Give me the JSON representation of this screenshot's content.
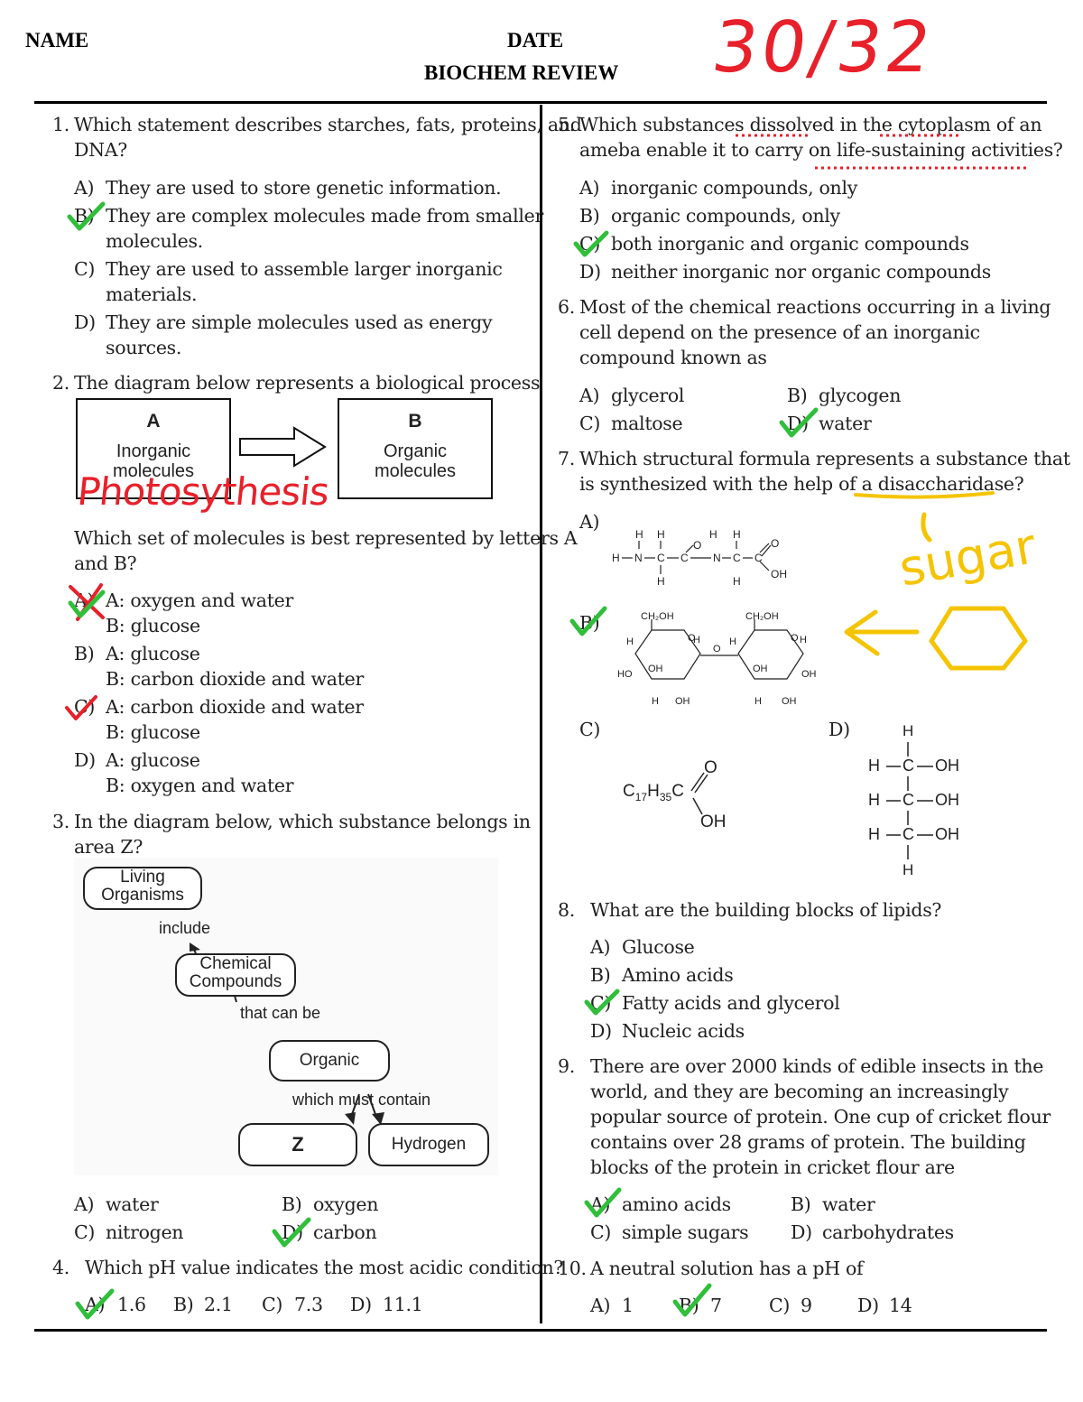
{
  "header": {
    "name_label": "NAME",
    "date_label": "DATE",
    "title": "BIOCHEM REVIEW",
    "score": "30/32"
  },
  "q1": {
    "number": "1.",
    "stem": [
      "Which statement describes starches, fats, proteins, and",
      "DNA?"
    ],
    "options": [
      {
        "letter": "A)",
        "lines": [
          "They are used to store genetic information."
        ]
      },
      {
        "letter": "B)",
        "lines": [
          "They are complex molecules made from smaller",
          "molecules."
        ]
      },
      {
        "letter": "C)",
        "lines": [
          "They are used to assemble larger inorganic",
          "materials."
        ]
      },
      {
        "letter": "D)",
        "lines": [
          "They are simple molecules used as energy",
          "sources."
        ]
      }
    ]
  },
  "q2": {
    "number": "2.",
    "stem": "The diagram below represents a biological process",
    "box_a": {
      "letter": "A",
      "text1": "Inorganic",
      "text2": "molecules"
    },
    "box_b": {
      "letter": "B",
      "text1": "Organic",
      "text2": "molecules"
    },
    "handwriting": "Photosythesis",
    "question": [
      "Which set of molecules is best represented by letters A",
      "and B?"
    ],
    "options": [
      {
        "letter": "A)",
        "a": "A: oxygen and water",
        "b": "B: glucose"
      },
      {
        "letter": "B)",
        "a": "A: glucose",
        "b": "B: carbon dioxide and water"
      },
      {
        "letter": "C)",
        "a": "A: carbon dioxide and water",
        "b": "B: glucose"
      },
      {
        "letter": "D)",
        "a": "A: glucose",
        "b": "B: oxygen and water"
      }
    ]
  },
  "q3": {
    "number": "3.",
    "stem": [
      "In the diagram below, which substance belongs in",
      "area Z?"
    ],
    "concept_map": {
      "living": [
        "Living",
        "Organisms"
      ],
      "include": "include",
      "chemical": [
        "Chemical",
        "Compounds"
      ],
      "that_can_be": "that can be",
      "organic": "Organic",
      "which_must_contain": "which must contain",
      "z": "Z",
      "hydrogen": "Hydrogen"
    },
    "options": [
      {
        "letter": "A)",
        "text": "water"
      },
      {
        "letter": "B)",
        "text": "oxygen"
      },
      {
        "letter": "C)",
        "text": "nitrogen"
      },
      {
        "letter": "D)",
        "text": "carbon"
      }
    ]
  },
  "q4": {
    "number": "4.",
    "stem": "Which pH value indicates the most acidic condition?",
    "options": [
      {
        "letter": "A)",
        "text": "1.6"
      },
      {
        "letter": "B)",
        "text": "2.1"
      },
      {
        "letter": "C)",
        "text": "7.3"
      },
      {
        "letter": "D)",
        "text": "11.1"
      }
    ]
  },
  "q5": {
    "number": "5.",
    "stem": [
      "Which substances dissolved in the cytoplasm of an",
      "ameba enable it to carry on life-sustaining activities?"
    ],
    "options": [
      {
        "letter": "A)",
        "text": "inorganic compounds, only"
      },
      {
        "letter": "B)",
        "text": "organic compounds, only"
      },
      {
        "letter": "C)",
        "text": "both inorganic and organic compounds"
      },
      {
        "letter": "D)",
        "text": "neither inorganic nor organic compounds"
      }
    ]
  },
  "q6": {
    "number": "6.",
    "stem": [
      "Most of the chemical reactions occurring in a living",
      "cell depend on the presence of an inorganic",
      "compound known as"
    ],
    "options": [
      {
        "letter": "A)",
        "text": "glycerol"
      },
      {
        "letter": "B)",
        "text": "glycogen"
      },
      {
        "letter": "C)",
        "text": "maltose"
      },
      {
        "letter": "D)",
        "text": "water"
      }
    ]
  },
  "q7": {
    "number": "7.",
    "stem": [
      "Which structural formula represents a substance that",
      "is synthesized with the help of a disaccharidase?"
    ],
    "letters": [
      "A)",
      "B)",
      "C)",
      "D)"
    ],
    "handwriting": "sugar",
    "formula_c": {
      "main": "C",
      "sub1": "17",
      "h": "H",
      "sub2": "35",
      "c2": "C",
      "o": "O",
      "oh": "OH"
    },
    "formula_d": {
      "h": "H",
      "c": "C",
      "oh": "OH"
    }
  },
  "q8": {
    "number": "8.",
    "stem": "What are the building blocks of lipids?",
    "options": [
      {
        "letter": "A)",
        "text": "Glucose"
      },
      {
        "letter": "B)",
        "text": "Amino acids"
      },
      {
        "letter": "C)",
        "text": "Fatty acids and glycerol"
      },
      {
        "letter": "D)",
        "text": "Nucleic acids"
      }
    ]
  },
  "q9": {
    "number": "9.",
    "stem": [
      "There are over 2000 kinds of edible insects in the",
      "world, and they are becoming an increasingly",
      "popular source of protein. One cup of cricket flour",
      "contains over 28 grams of protein. The building",
      "blocks of the protein in cricket flour are"
    ],
    "options": [
      {
        "letter": "A)",
        "text": "amino acids"
      },
      {
        "letter": "B)",
        "text": "water"
      },
      {
        "letter": "C)",
        "text": "simple sugars"
      },
      {
        "letter": "D)",
        "text": "carbohydrates"
      }
    ]
  },
  "q10": {
    "number": "10.",
    "stem": "A neutral solution has a pH of",
    "options": [
      {
        "letter": "A)",
        "text": "1"
      },
      {
        "letter": "B)",
        "text": "7"
      },
      {
        "letter": "C)",
        "text": "9"
      },
      {
        "letter": "D)",
        "text": "14"
      }
    ]
  },
  "colors": {
    "check": "#2fbf3a",
    "red_ink": "#e8202a",
    "yellow_ink": "#f5c400"
  }
}
